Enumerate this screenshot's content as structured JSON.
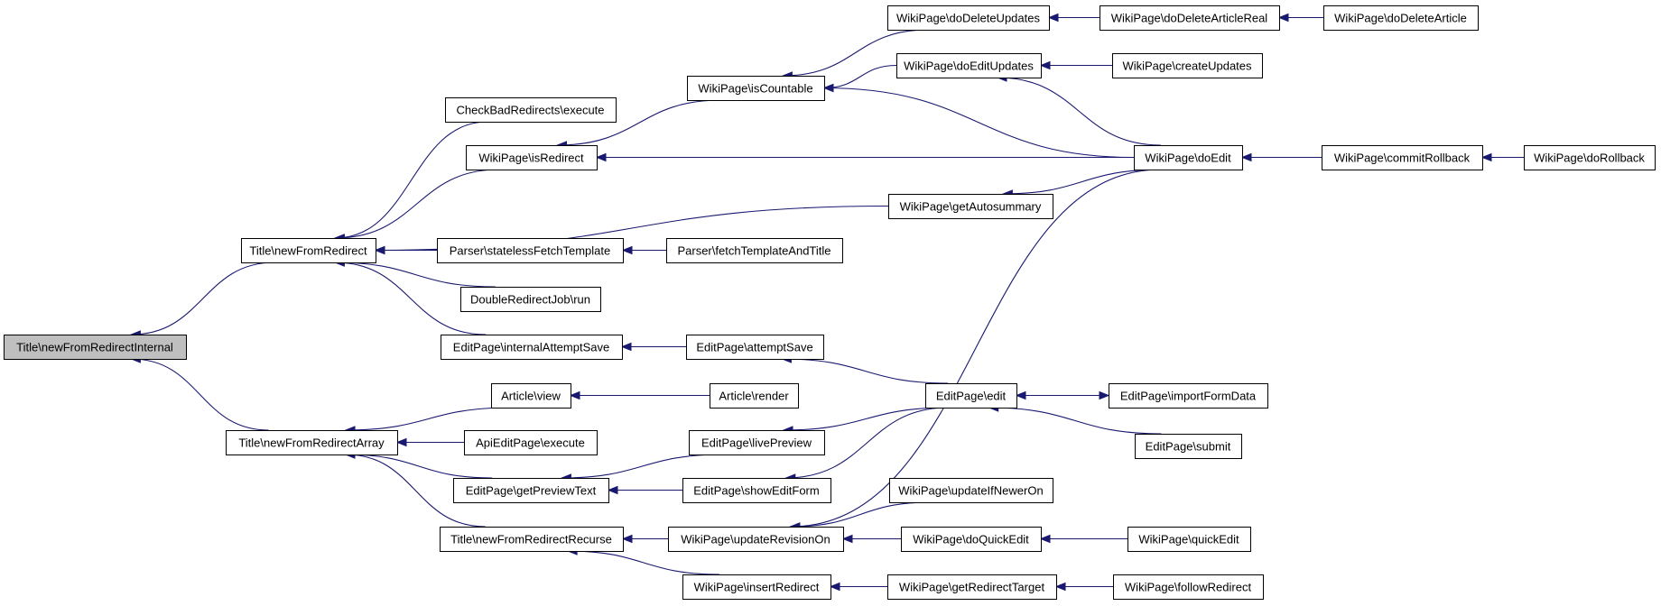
{
  "colors": {
    "edge": "#191970",
    "node_fill": "#ffffff",
    "root_fill": "#bfbfbf",
    "border": "#000000"
  },
  "nodes": [
    {
      "id": "n0",
      "label": "Title\\newFromRedirectInternal",
      "root": true
    },
    {
      "id": "n1",
      "label": "Title\\newFromRedirect"
    },
    {
      "id": "n2",
      "label": "Title\\newFromRedirectArray"
    },
    {
      "id": "n3",
      "label": "CheckBadRedirects\\execute"
    },
    {
      "id": "n4",
      "label": "WikiPage\\isRedirect"
    },
    {
      "id": "n5",
      "label": "Parser\\statelessFetchTemplate"
    },
    {
      "id": "n6",
      "label": "DoubleRedirectJob\\run"
    },
    {
      "id": "n7",
      "label": "EditPage\\internalAttemptSave"
    },
    {
      "id": "n8",
      "label": "Article\\view"
    },
    {
      "id": "n9",
      "label": "ApiEditPage\\execute"
    },
    {
      "id": "n10",
      "label": "EditPage\\getPreviewText"
    },
    {
      "id": "n11",
      "label": "Title\\newFromRedirectRecurse"
    },
    {
      "id": "n12",
      "label": "WikiPage\\isCountable"
    },
    {
      "id": "n13",
      "label": "WikiPage\\getAutosummary"
    },
    {
      "id": "n14",
      "label": "Parser\\fetchTemplateAndTitle"
    },
    {
      "id": "n15",
      "label": "EditPage\\attemptSave"
    },
    {
      "id": "n16",
      "label": "Article\\render"
    },
    {
      "id": "n17",
      "label": "EditPage\\livePreview"
    },
    {
      "id": "n18",
      "label": "EditPage\\showEditForm"
    },
    {
      "id": "n19",
      "label": "WikiPage\\updateRevisionOn"
    },
    {
      "id": "n20",
      "label": "WikiPage\\insertRedirect"
    },
    {
      "id": "n21",
      "label": "WikiPage\\doDeleteUpdates"
    },
    {
      "id": "n22",
      "label": "WikiPage\\doEditUpdates"
    },
    {
      "id": "n23",
      "label": "EditPage\\edit"
    },
    {
      "id": "n24",
      "label": "WikiPage\\updateIfNewerOn"
    },
    {
      "id": "n25",
      "label": "WikiPage\\doQuickEdit"
    },
    {
      "id": "n26",
      "label": "WikiPage\\getRedirectTarget"
    },
    {
      "id": "n27",
      "label": "WikiPage\\doDeleteArticleReal"
    },
    {
      "id": "n28",
      "label": "WikiPage\\createUpdates"
    },
    {
      "id": "n29",
      "label": "WikiPage\\doEdit"
    },
    {
      "id": "n30",
      "label": "EditPage\\importFormData"
    },
    {
      "id": "n31",
      "label": "EditPage\\submit"
    },
    {
      "id": "n32",
      "label": "WikiPage\\quickEdit"
    },
    {
      "id": "n33",
      "label": "WikiPage\\followRedirect"
    },
    {
      "id": "n34",
      "label": "WikiPage\\doDeleteArticle"
    },
    {
      "id": "n35",
      "label": "WikiPage\\commitRollback"
    },
    {
      "id": "n36",
      "label": "WikiPage\\doRollback"
    }
  ],
  "edges": [
    [
      "n1",
      "n0"
    ],
    [
      "n2",
      "n0"
    ],
    [
      "n3",
      "n1"
    ],
    [
      "n4",
      "n1"
    ],
    [
      "n13",
      "n1"
    ],
    [
      "n5",
      "n1"
    ],
    [
      "n6",
      "n1"
    ],
    [
      "n7",
      "n1"
    ],
    [
      "n8",
      "n2"
    ],
    [
      "n9",
      "n2"
    ],
    [
      "n10",
      "n2"
    ],
    [
      "n11",
      "n2"
    ],
    [
      "n12",
      "n4"
    ],
    [
      "n29",
      "n4"
    ],
    [
      "n21",
      "n12"
    ],
    [
      "n22",
      "n12"
    ],
    [
      "n29",
      "n12"
    ],
    [
      "n27",
      "n21"
    ],
    [
      "n34",
      "n27"
    ],
    [
      "n28",
      "n22"
    ],
    [
      "n29",
      "n22"
    ],
    [
      "n29",
      "n13"
    ],
    [
      "n35",
      "n29"
    ],
    [
      "n36",
      "n35"
    ],
    [
      "n14",
      "n5"
    ],
    [
      "n15",
      "n7"
    ],
    [
      "n23",
      "n15"
    ],
    [
      "n16",
      "n8"
    ],
    [
      "n17",
      "n10"
    ],
    [
      "n18",
      "n10"
    ],
    [
      "n23",
      "n17"
    ],
    [
      "n23",
      "n18"
    ],
    [
      "n30",
      "n23"
    ],
    [
      "n23",
      "n30"
    ],
    [
      "n31",
      "n23"
    ],
    [
      "n19",
      "n11"
    ],
    [
      "n20",
      "n11"
    ],
    [
      "n24",
      "n19"
    ],
    [
      "n25",
      "n19"
    ],
    [
      "n29",
      "n19"
    ],
    [
      "n32",
      "n25"
    ],
    [
      "n26",
      "n20"
    ],
    [
      "n33",
      "n26"
    ]
  ]
}
